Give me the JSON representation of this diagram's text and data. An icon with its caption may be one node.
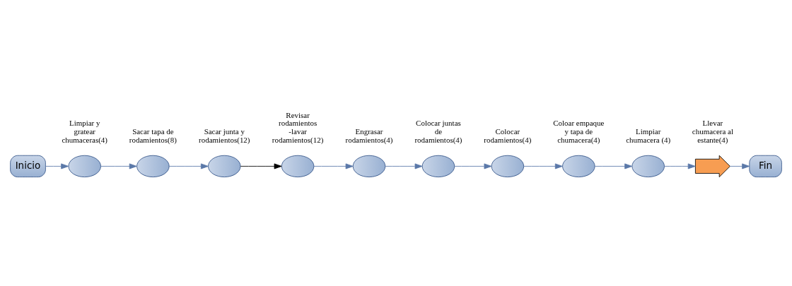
{
  "diagram": {
    "nodes": [
      {
        "text": [
          "Inicio"
        ]
      },
      {
        "text": [],
        "shape": "ellipse",
        "beside": [
          "Limpiar y gratear chumaceras(4)"
        ]
      },
      {
        "text": [],
        "shape": "ellipse",
        "beside": [
          "Sacar tapa de rodamientos(8)"
        ]
      },
      {
        "text": [],
        "shape": "ellipse",
        "beside": [
          "Sacar junta y rodamientos(12)"
        ]
      },
      {
        "text": [],
        "shape": "ellipse",
        "beside": [
          "Revisar rodamientos -lavar rodamientos(12)"
        ]
      },
      {
        "text": [],
        "shape": "ellipse",
        "beside": [
          "Engrasar rodamientos(4)"
        ]
      },
      {
        "text": [],
        "shape": "ellipse",
        "beside": [
          "Colocar juntas de rodamientos(4)"
        ]
      },
      {
        "text": [],
        "shape": "ellipse",
        "beside": [
          "Colocar rodamientos(4)"
        ]
      },
      {
        "text": [],
        "shape": "ellipse",
        "beside": [
          "Coloar empaque y tapa de chumacera(4)"
        ]
      },
      {
        "text": [],
        "shape": "ellipse",
        "beside": [
          "Limpiar chumacera (4)"
        ]
      },
      {
        "text": [],
        "shape": "arrow",
        "beside": [
          "Llevar chumacera al estante(4)"
        ]
      },
      {
        "text": [
          "Fin"
        ]
      }
    ],
    "edges": [
      {
        "from": 0,
        "to": 1,
        "arrow": "to"
      },
      {
        "from": 1,
        "to": 2,
        "arrow": "to"
      },
      {
        "from": 2,
        "to": 3,
        "arrow": "to"
      },
      {
        "from": 3,
        "to": 4,
        "arrow": "to",
        "color": "#000000"
      },
      {
        "from": 4,
        "to": 5,
        "arrow": "to"
      },
      {
        "from": 5,
        "to": 6,
        "arrow": "to"
      },
      {
        "from": 6,
        "to": 7,
        "arrow": "to"
      },
      {
        "from": 7,
        "to": 8,
        "arrow": "to"
      },
      {
        "from": 8,
        "to": 9,
        "arrow": "to"
      },
      {
        "from": 9,
        "to": 10,
        "arrow": "to"
      },
      {
        "from": 10,
        "to": 11,
        "arrow": "to"
      }
    ]
  }
}
